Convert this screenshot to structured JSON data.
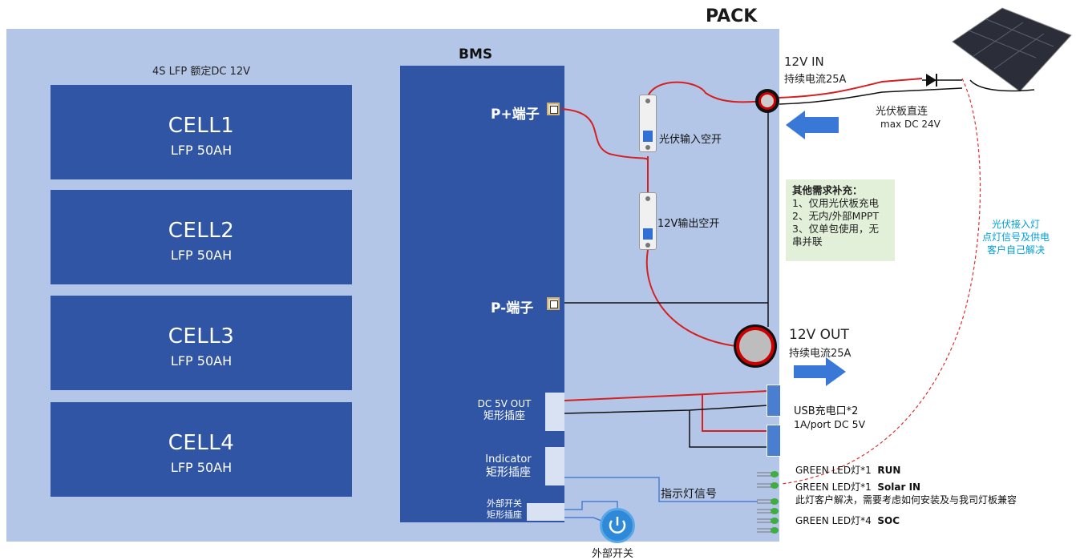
{
  "pack": {
    "title": "PACK",
    "spec": "4S LFP 额定DC 12V"
  },
  "cells": [
    {
      "name": "CELL1",
      "capacity": "LFP 50AH"
    },
    {
      "name": "CELL2",
      "capacity": "LFP 50AH"
    },
    {
      "name": "CELL3",
      "capacity": "LFP 50AH"
    },
    {
      "name": "CELL4",
      "capacity": "LFP 50AH"
    }
  ],
  "bms": {
    "title": "BMS",
    "p_plus": "P+端子",
    "p_minus": "P-端子",
    "dc5v_line1": "DC 5V OUT",
    "dc5v_line2": "矩形插座",
    "indicator_line1": "Indicator",
    "indicator_line2": "矩形插座",
    "ext_switch_line1": "外部开关",
    "ext_switch_line2": "矩形插座"
  },
  "breakers": {
    "pv_input": "光伏输入空开",
    "output_12v": "12V输出空开"
  },
  "input": {
    "title": "12V IN",
    "current": "持续电流25A",
    "pv_direct": "光伏板直连",
    "max_dc": "max DC 24V"
  },
  "output": {
    "title": "12V OUT",
    "current": "持续电流25A"
  },
  "notes": {
    "title": "其他需求补充：",
    "items": [
      "1、仅用光伏板充电",
      "2、无内/外部MPPT",
      "3、仅单包使用，无",
      "串并联"
    ]
  },
  "pv_light": {
    "line1": "光伏接入灯",
    "line2": "点灯信号及供电",
    "line3": "客户自己解决"
  },
  "usb": {
    "title": "USB充电口*2",
    "spec": "1A/port   DC 5V"
  },
  "indicator_signal": "指示灯信号",
  "leds": {
    "run": "GREEN LED灯*1",
    "run_tag": "RUN",
    "solar": "GREEN LED灯*1",
    "solar_tag": "Solar IN",
    "solar_note": "此灯客户解决，需要考虑如何安装及与我司灯板兼容",
    "soc": "GREEN LED灯*4",
    "soc_tag": "SOC"
  },
  "external_switch": "外部开关",
  "colors": {
    "pack_bg": "#b4c6e7",
    "block": "#2f55a4",
    "wire_red": "#d42020",
    "arrow": "#3a78d8",
    "note_bg": "#e2efd9"
  }
}
